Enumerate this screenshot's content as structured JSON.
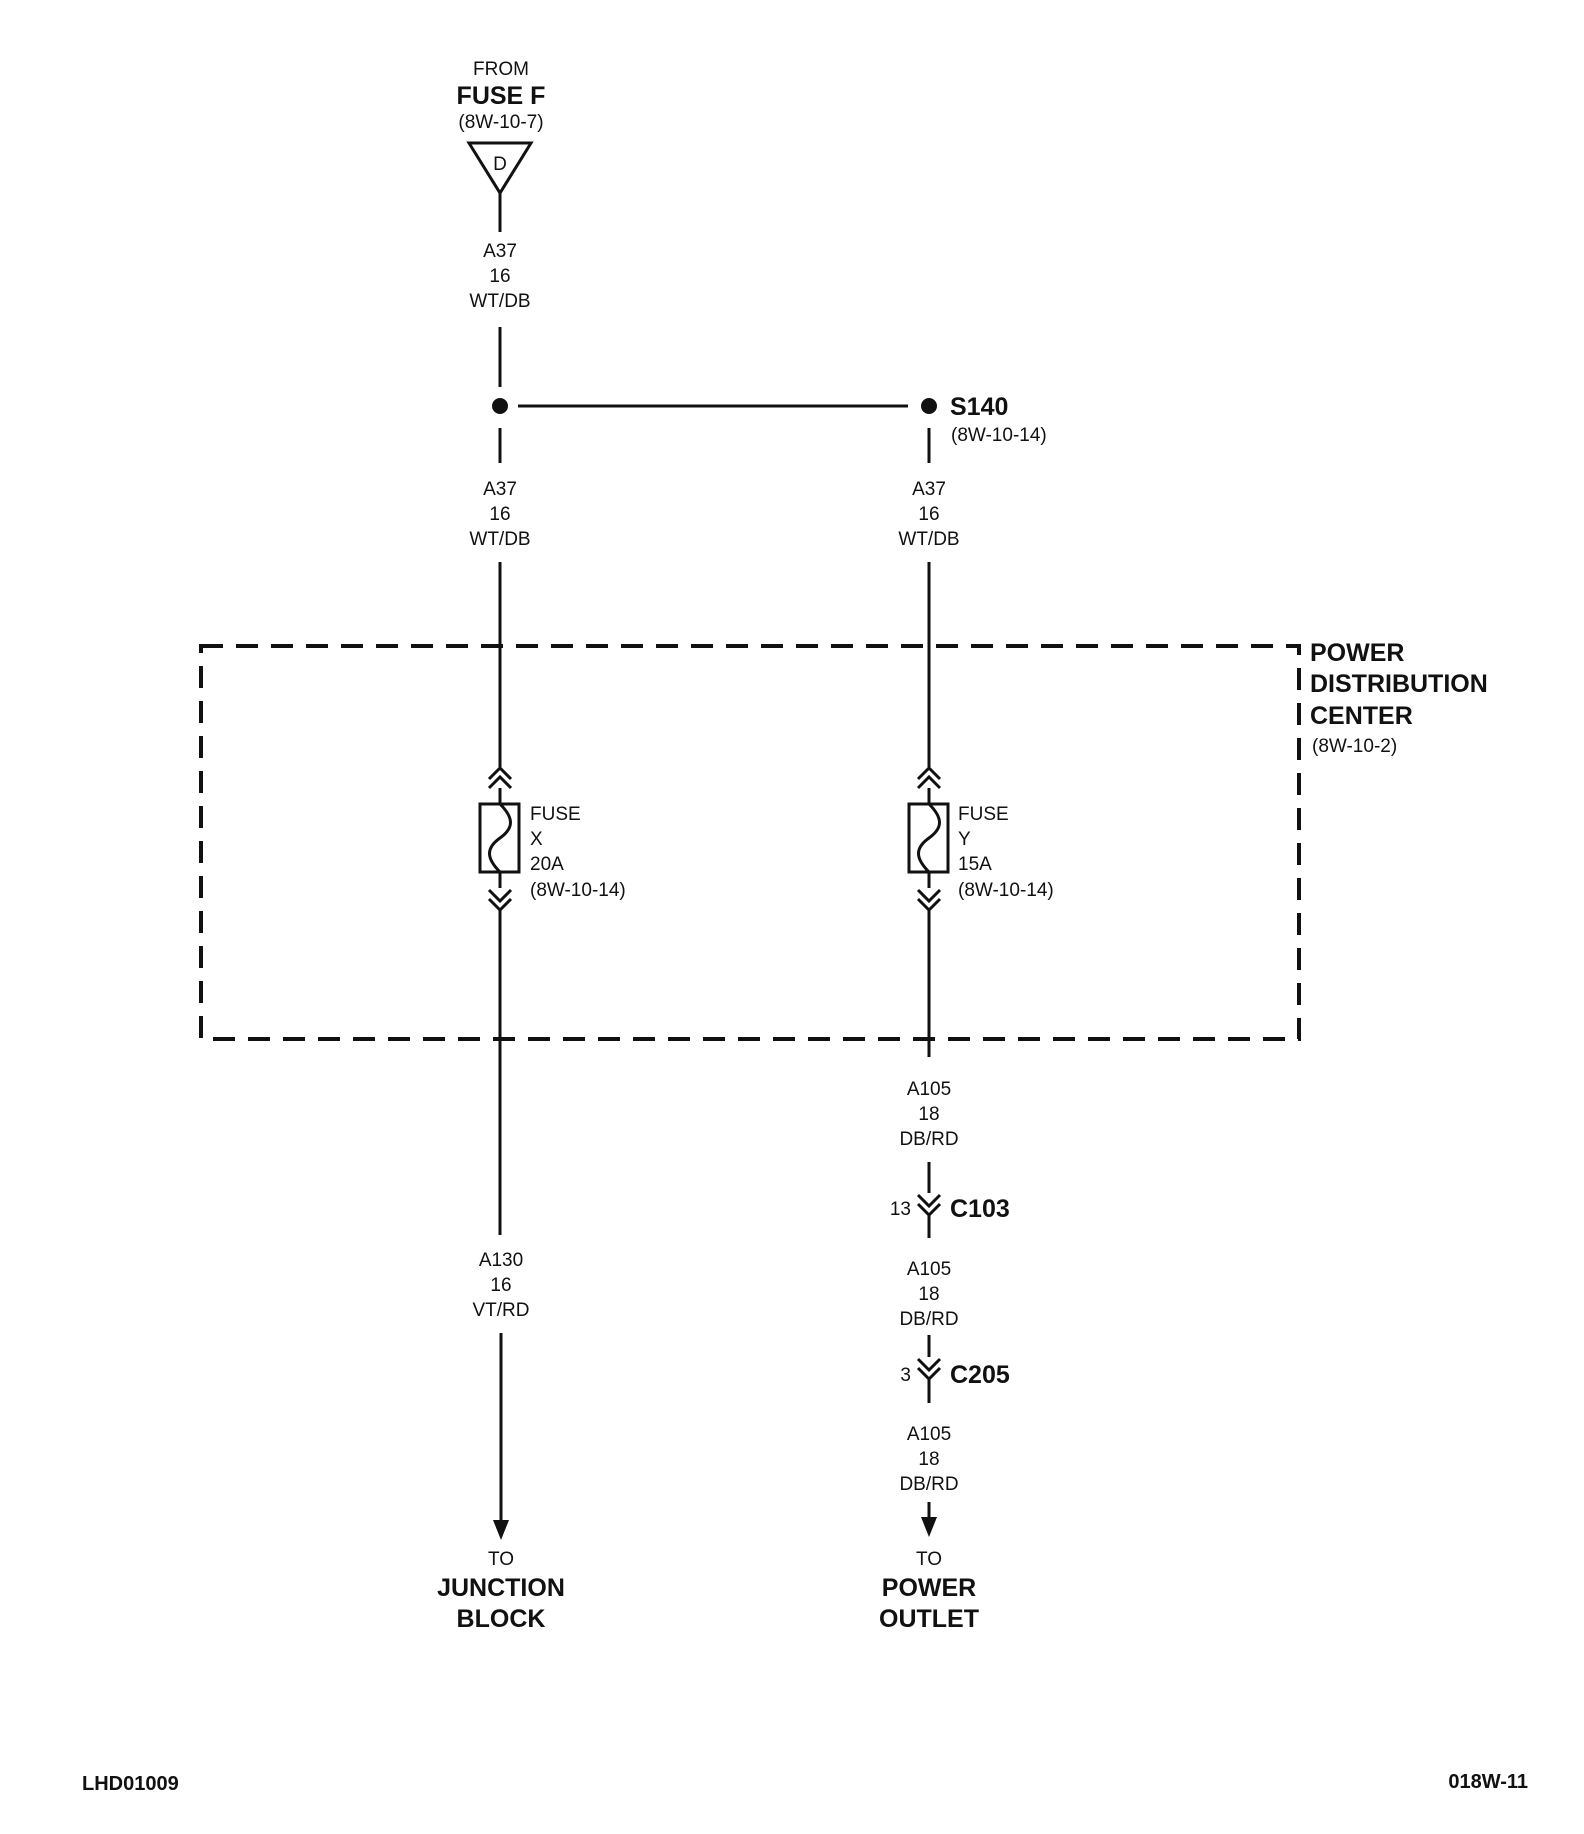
{
  "source": {
    "from_label": "FROM",
    "name": "FUSE F",
    "ref": "(8W-10-7)",
    "connector_letter": "D"
  },
  "wire_top": {
    "circuit": "A37",
    "gauge": "16",
    "color": "WT/DB"
  },
  "splice": {
    "name": "S140",
    "ref": "(8W-10-14)"
  },
  "wire_left_mid": {
    "circuit": "A37",
    "gauge": "16",
    "color": "WT/DB"
  },
  "wire_right_mid": {
    "circuit": "A37",
    "gauge": "16",
    "color": "WT/DB"
  },
  "pdc": {
    "line1": "POWER",
    "line2": "DISTRIBUTION",
    "line3": "CENTER",
    "ref": "(8W-10-2)"
  },
  "fuse_x": {
    "line1": "FUSE",
    "line2": "X",
    "rating": "20A",
    "ref": "(8W-10-14)"
  },
  "fuse_y": {
    "line1": "FUSE",
    "line2": "Y",
    "rating": "15A",
    "ref": "(8W-10-14)"
  },
  "wire_left_bottom": {
    "circuit": "A130",
    "gauge": "16",
    "color": "VT/RD"
  },
  "wire_right_1": {
    "circuit": "A105",
    "gauge": "18",
    "color": "DB/RD"
  },
  "connector_c103": {
    "pin": "13",
    "name": "C103"
  },
  "wire_right_2": {
    "circuit": "A105",
    "gauge": "18",
    "color": "DB/RD"
  },
  "connector_c205": {
    "pin": "3",
    "name": "C205"
  },
  "wire_right_3": {
    "circuit": "A105",
    "gauge": "18",
    "color": "DB/RD"
  },
  "dest_left": {
    "to_label": "TO",
    "line1": "JUNCTION",
    "line2": "BLOCK"
  },
  "dest_right": {
    "to_label": "TO",
    "line1": "POWER",
    "line2": "OUTLET"
  },
  "footer": {
    "left_code": "LHD01009",
    "right_code": "018W-11"
  }
}
